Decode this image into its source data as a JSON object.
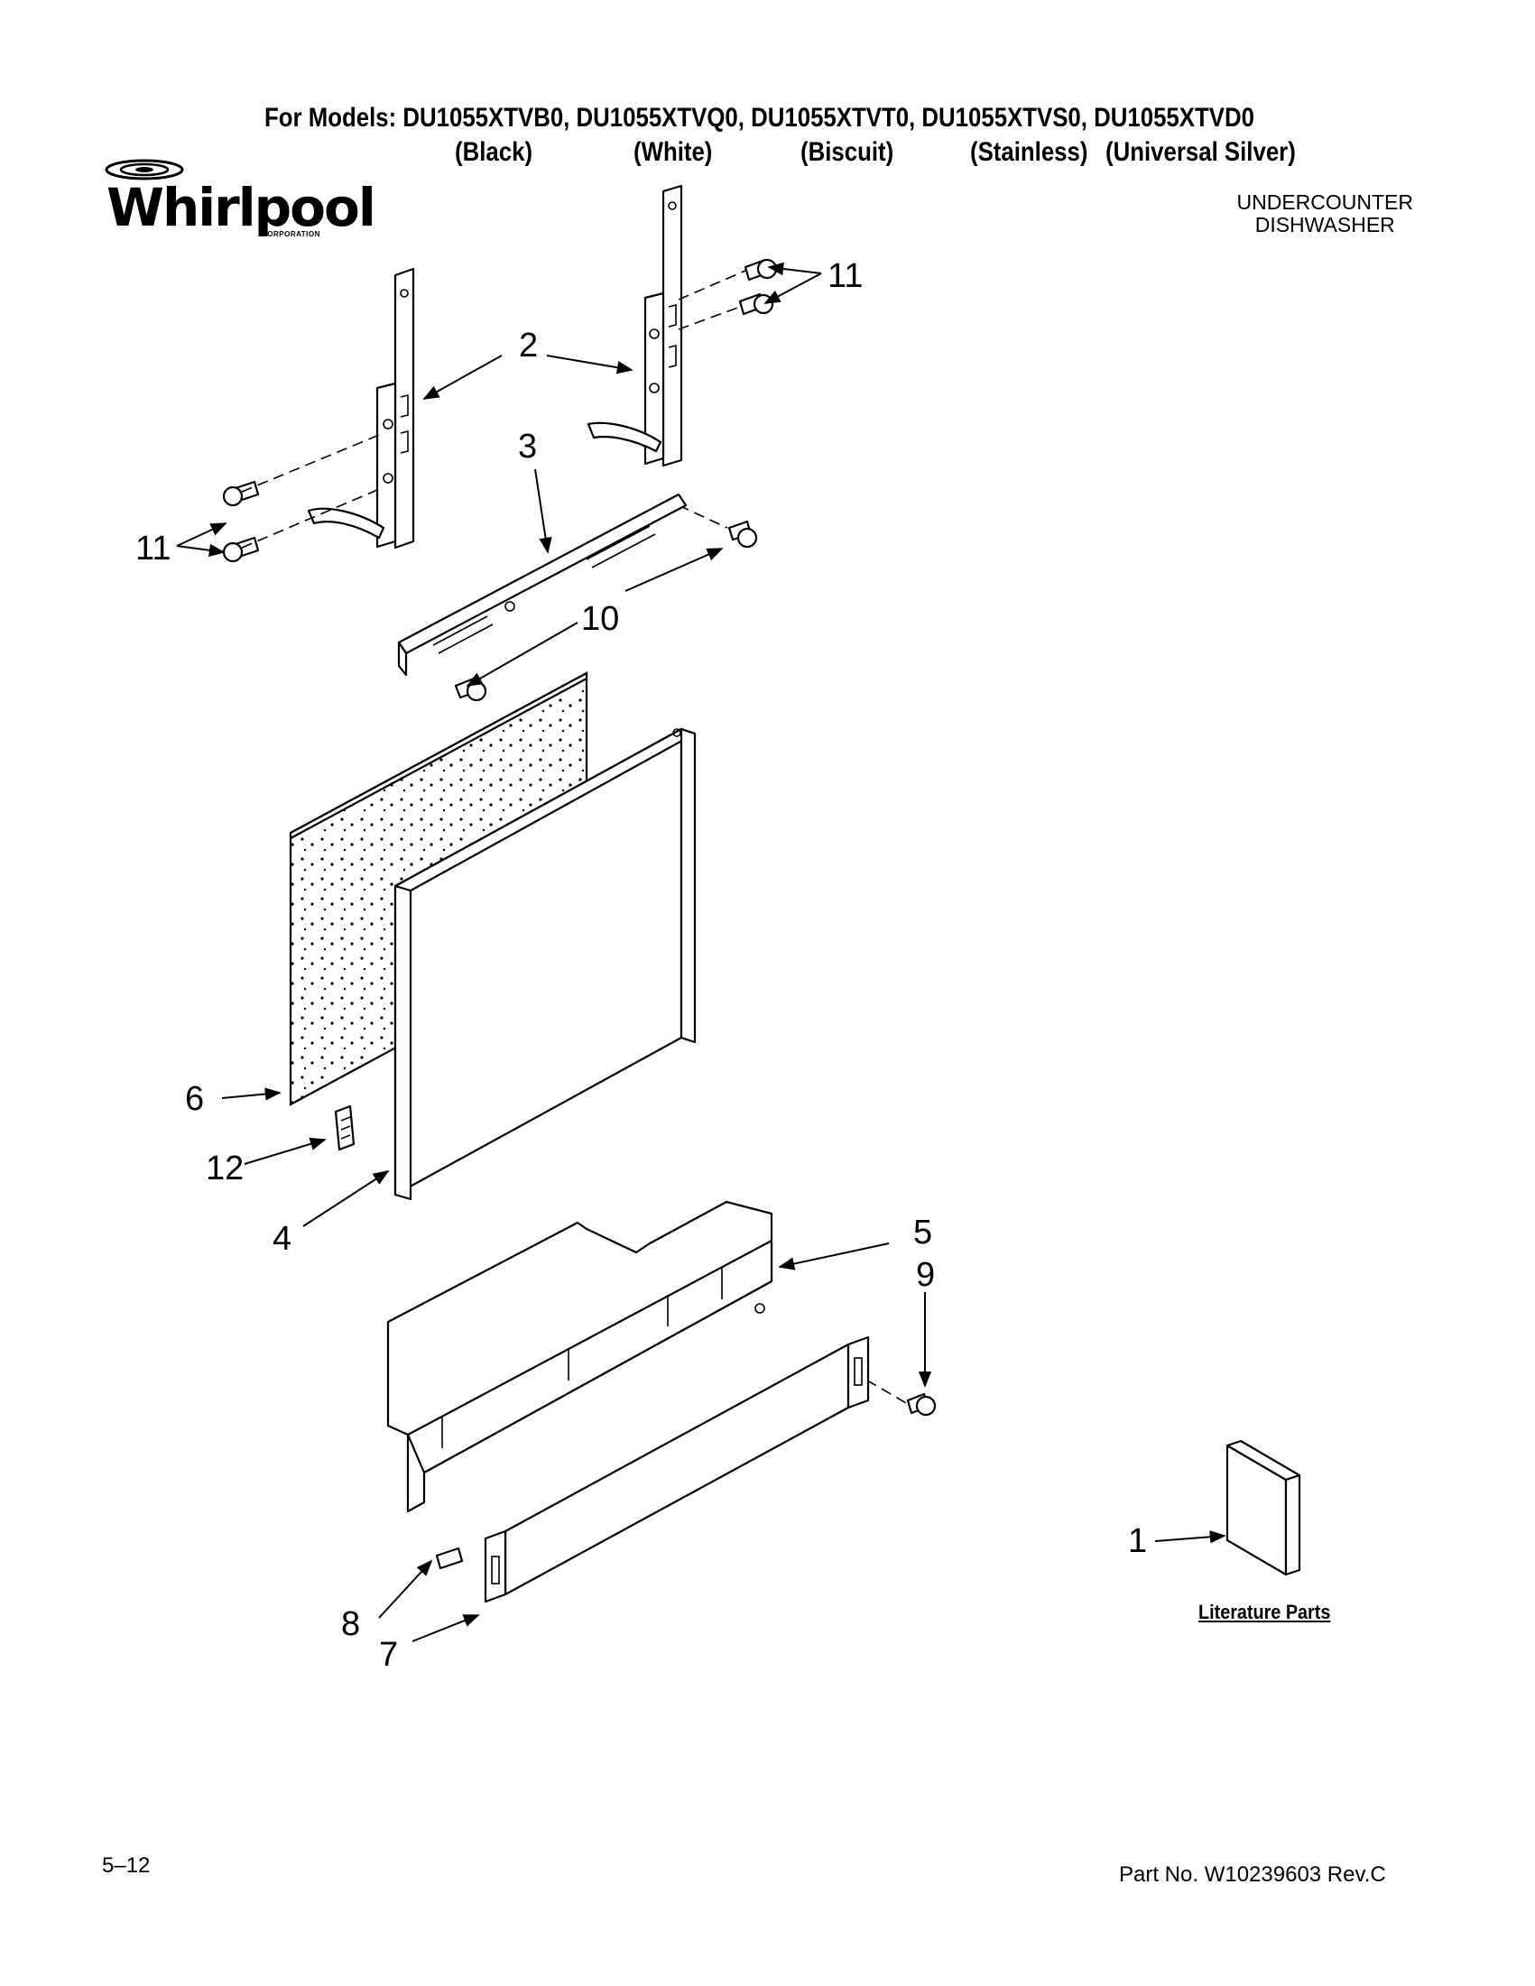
{
  "header": {
    "models_line": "For Models: DU1055XTVB0, DU1055XTVQ0, DU1055XTVT0, DU1055XTVS0, DU1055XTVD0",
    "colors": [
      "(Black)",
      "(White)",
      "(Biscuit)",
      "(Stainless)",
      "(Universal Silver)"
    ]
  },
  "brand": {
    "name": "Whirlpool",
    "sub": "CORPORATION"
  },
  "appliance": {
    "line1": "UNDERCOUNTER",
    "line2": "DISHWASHER"
  },
  "callouts": [
    "11",
    "2",
    "3",
    "11",
    "10",
    "6",
    "12",
    "4",
    "5",
    "9",
    "1",
    "8",
    "7"
  ],
  "literature_label": "Literature Parts",
  "footer": {
    "page": "5–12",
    "part_no": "Part No. W10239603 Rev.C"
  }
}
